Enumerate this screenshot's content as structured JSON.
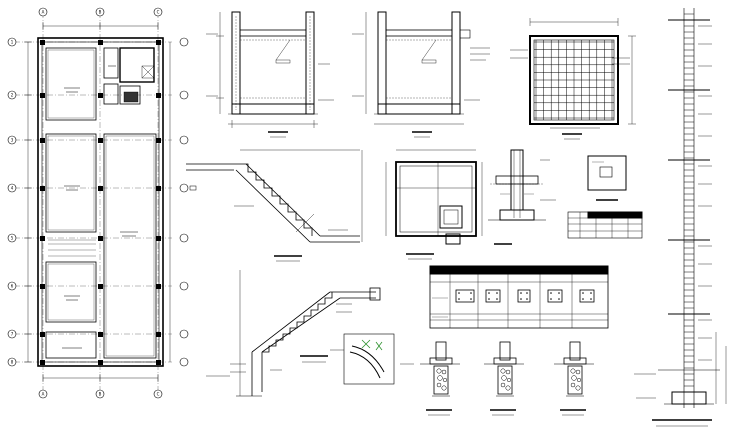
{
  "drawing": {
    "grid_labels_top": [
      "A",
      "B",
      "C"
    ],
    "grid_labels_left": [
      "1",
      "2",
      "3",
      "4",
      "5",
      "6",
      "7",
      "8"
    ],
    "grid_labels_bottom": [
      "A",
      "B",
      "C"
    ],
    "panels": [
      "floor-plan",
      "tank-section-1",
      "tank-section-2",
      "slab-reinforcement-plan",
      "staircase-section-1",
      "footing-plan",
      "footing-section",
      "pedestal-plan",
      "column-schedule-table",
      "staircase-section-2",
      "stair-landing-detail",
      "footing-detail-1",
      "footing-detail-2",
      "footing-detail-3",
      "column-elevation-strip"
    ]
  }
}
